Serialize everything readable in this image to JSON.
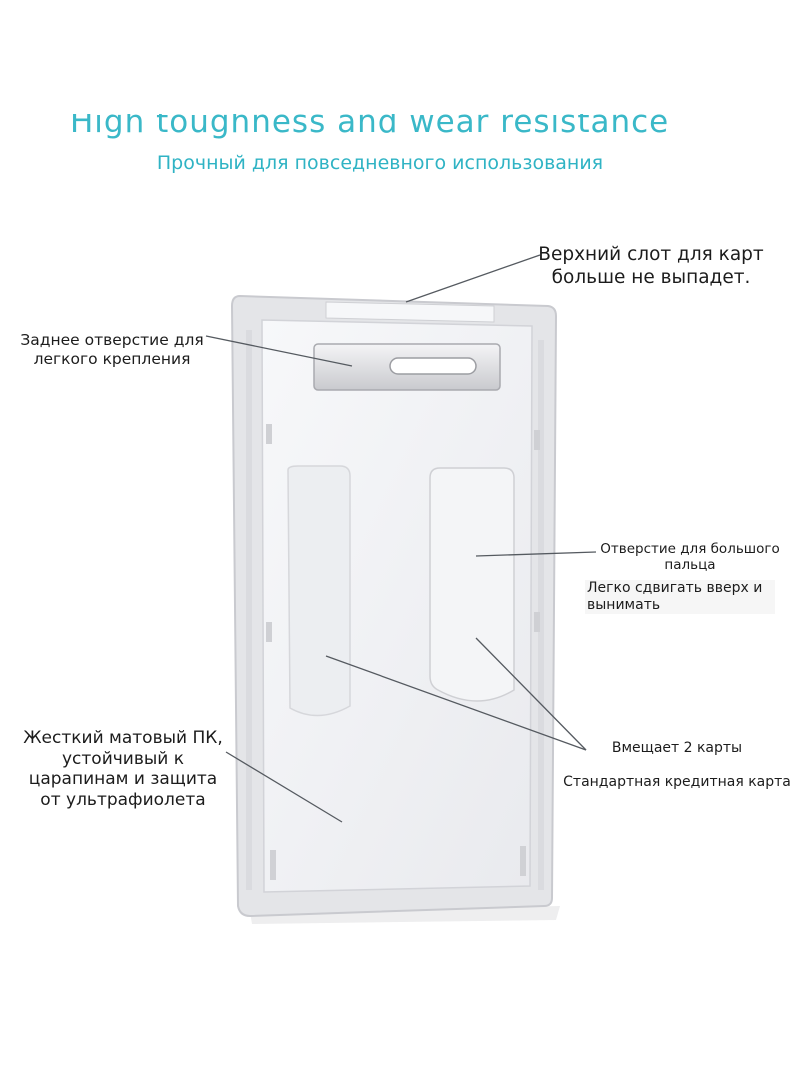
{
  "header": {
    "cut_title": "High toughness and wear resistance",
    "subtitle": "Прочный для повседневного использования"
  },
  "callouts": {
    "top_slot": "Верхний слот для карт больше не выпадет.",
    "back_hole": "Заднее отверстие для легкого крепления",
    "thumb_hole": "Отверстие для большого пальца",
    "easy_slide": "Легко сдвигать вверх и вынимать",
    "hard_pc": "Жесткий матовый ПК, устойчивый к царапинам и защита от ультрафиолета",
    "fits_two": "Вмещает 2 карты",
    "standard_card": "Стандартная кредитная карта"
  },
  "colors": {
    "accent": "#2fb3c4",
    "holder_frame": "#d9dadd",
    "holder_face": "#f2f3f5",
    "leader_line": "#555a60"
  }
}
